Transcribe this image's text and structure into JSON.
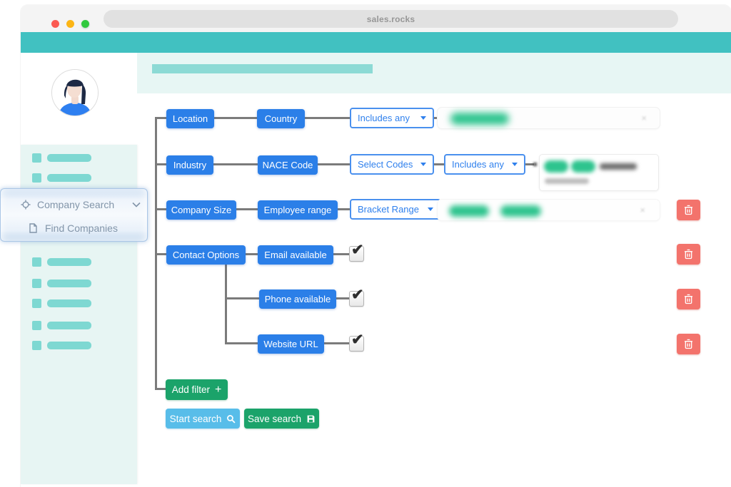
{
  "browser": {
    "url_text": "sales.rocks"
  },
  "sidebar": {
    "company_search_label": "Company Search",
    "find_companies_label": "Find Companies"
  },
  "tree": {
    "row1": {
      "category": "Location",
      "field": "Country",
      "operator": "Includes any"
    },
    "row2": {
      "category": "Industry",
      "field": "NACE Code",
      "codes": "Select Codes",
      "operator": "Includes any"
    },
    "row3": {
      "category": "Company Size",
      "field": "Employee range",
      "operator": "Bracket Range"
    },
    "row4": {
      "category": "Contact Options",
      "field": "Email available",
      "checkmark": "✔"
    },
    "row5": {
      "field": "Phone available",
      "checkmark": "✔"
    },
    "row6": {
      "field": "Website URL",
      "checkmark": "✔"
    }
  },
  "actions": {
    "add_filter": "Add filter",
    "add_filter_icon": "+",
    "start_search": "Start search",
    "save_search": "Save search"
  },
  "colors": {
    "topbar_teal": "#41c1c1",
    "filter_blue": "#2b7fe8",
    "dropdown_blue": "#2f80ed",
    "action_green": "#1ba36a",
    "start_search_blue": "#58bde9",
    "delete_salmon": "#f3736c",
    "value_pill_green": "#2ec48e",
    "sidebar_mint": "#e7f5f3",
    "placeholder_teal": "#7ed8d2"
  }
}
